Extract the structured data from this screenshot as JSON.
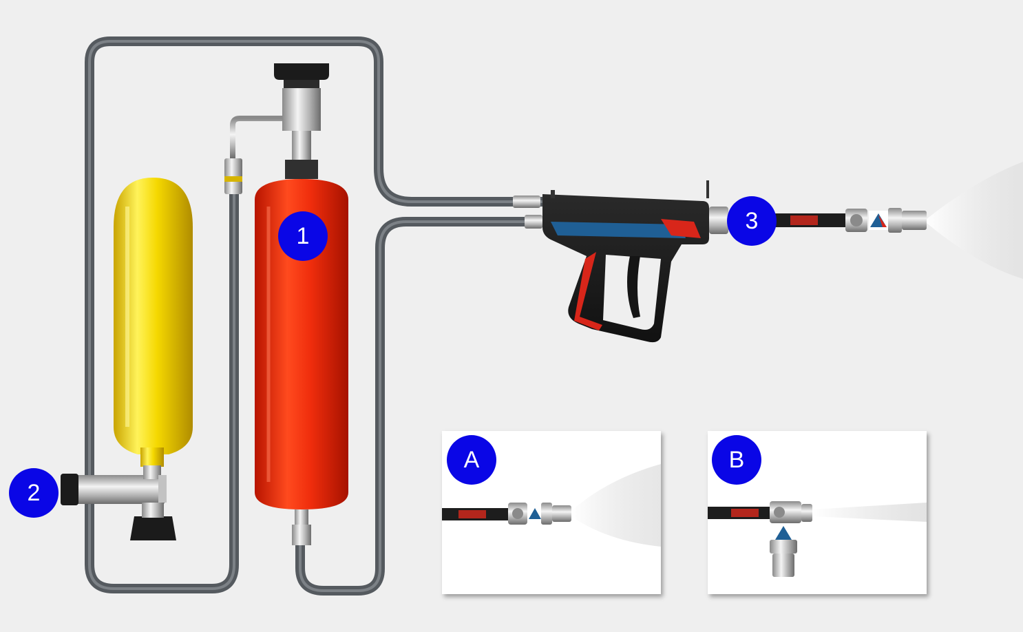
{
  "badges": {
    "canister": "1",
    "air_cylinder": "2",
    "nozzle": "3",
    "option_a": "A",
    "option_b": "B"
  },
  "colors": {
    "background": "#efefef",
    "badge": "#0a06e6",
    "badge_text": "#ffffff",
    "canister": "#e8260b",
    "air_cylinder": "#f2d200",
    "hose": "#555a5f",
    "gun_accent_red": "#d8261a",
    "gun_accent_blue": "#1f5f95"
  },
  "icons": {
    "canister": "red-foam-canister-icon",
    "air_cylinder": "yellow-air-cylinder-icon",
    "gun": "spray-gun-icon",
    "spray": "spray-cone-icon"
  }
}
